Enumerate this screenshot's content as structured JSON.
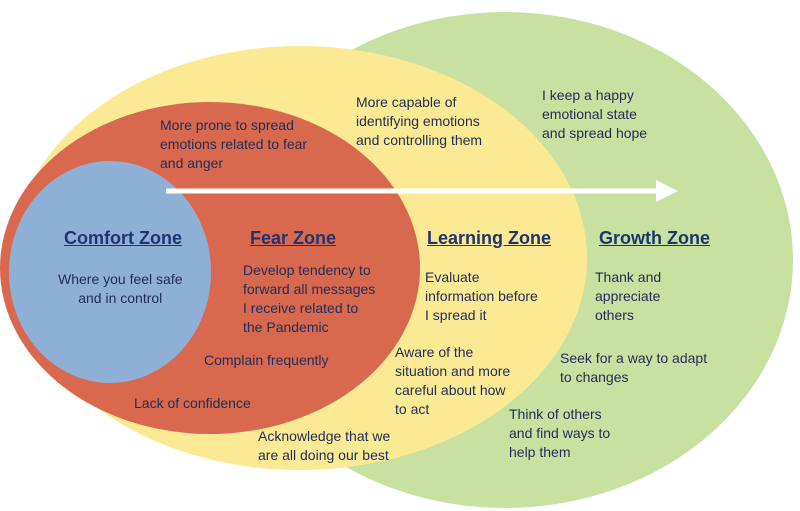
{
  "colors": {
    "growth": "#c8e0a0",
    "learning": "#fbea93",
    "fear": "#d9694e",
    "comfort": "#8fb0d6",
    "text": "#1f2d5a",
    "arrow": "#ffffff"
  },
  "zones": {
    "comfort": {
      "title": "Comfort Zone",
      "items": [
        "Where you feel safe\nand in control"
      ]
    },
    "fear": {
      "title": "Fear Zone",
      "items": [
        "More prone to spread\nemotions related to fear\nand anger",
        "Develop tendency to\nforward all messages\nI receive related to\nthe Pandemic",
        "Complain frequently",
        "Lack of confidence"
      ]
    },
    "learning": {
      "title": "Learning Zone",
      "items": [
        "More capable of\nidentifying emotions\nand controlling them",
        "Evaluate\ninformation before\nI spread it",
        "Aware of the\nsituation and more\ncareful about how\nto act",
        "Acknowledge that we\nare all doing our best"
      ]
    },
    "growth": {
      "title": "Growth Zone",
      "items": [
        "I keep a happy\nemotional state\nand spread hope",
        "Thank and\nappreciate\nothers",
        "Seek for a way to adapt\nto changes",
        "Think of others\nand find ways to\nhelp them"
      ]
    }
  }
}
